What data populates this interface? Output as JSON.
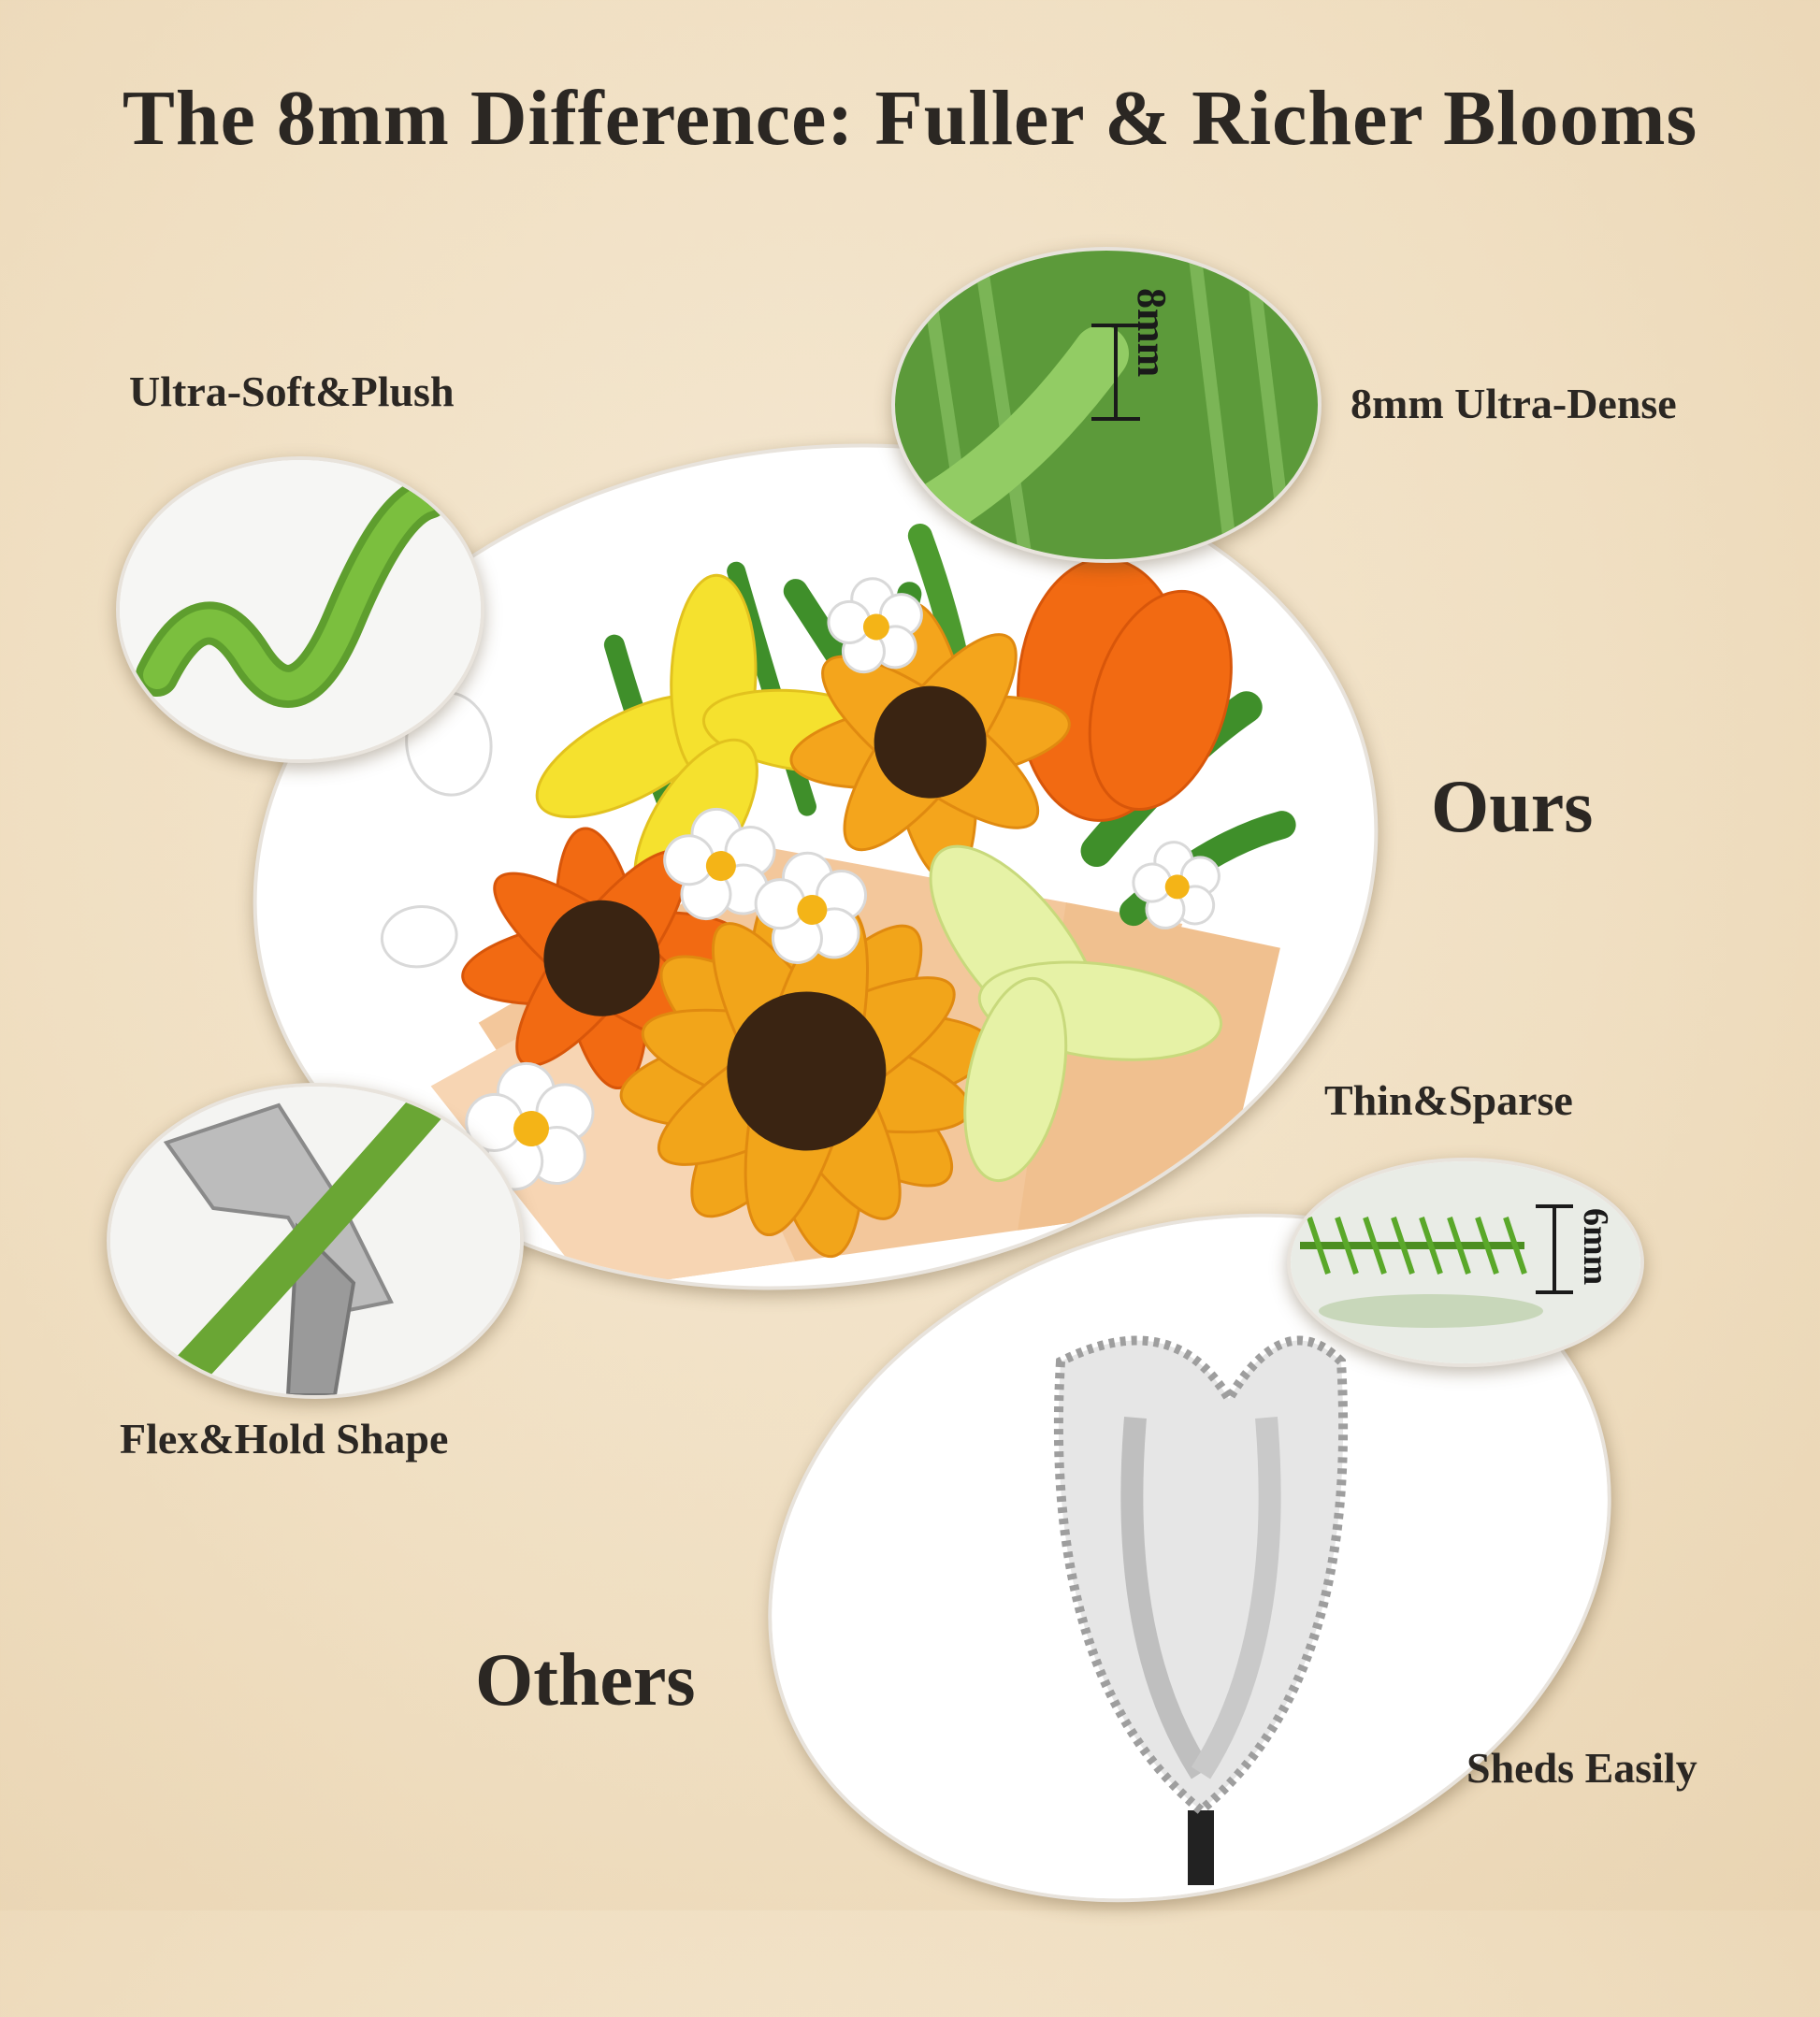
{
  "title": "The 8mm Difference: Fuller & Richer Blooms",
  "labels": {
    "ultra_soft": "Ultra-Soft&Plush",
    "ultra_dense": "8mm Ultra-Dense",
    "ours": "Ours",
    "flex_hold": "Flex&Hold Shape",
    "thin_sparse": "Thin&Sparse",
    "others": "Others",
    "sheds": "Sheds Easily"
  },
  "measurements": {
    "ours": "8mm",
    "others": "6mm"
  },
  "colors": {
    "background": "#f0dfc2",
    "text": "#2b2723",
    "chenille_green": "#6aa634",
    "sunflower_yellow": "#f2a51a",
    "tulip_orange": "#f26a12",
    "lily_yellow": "#f5e12e"
  }
}
